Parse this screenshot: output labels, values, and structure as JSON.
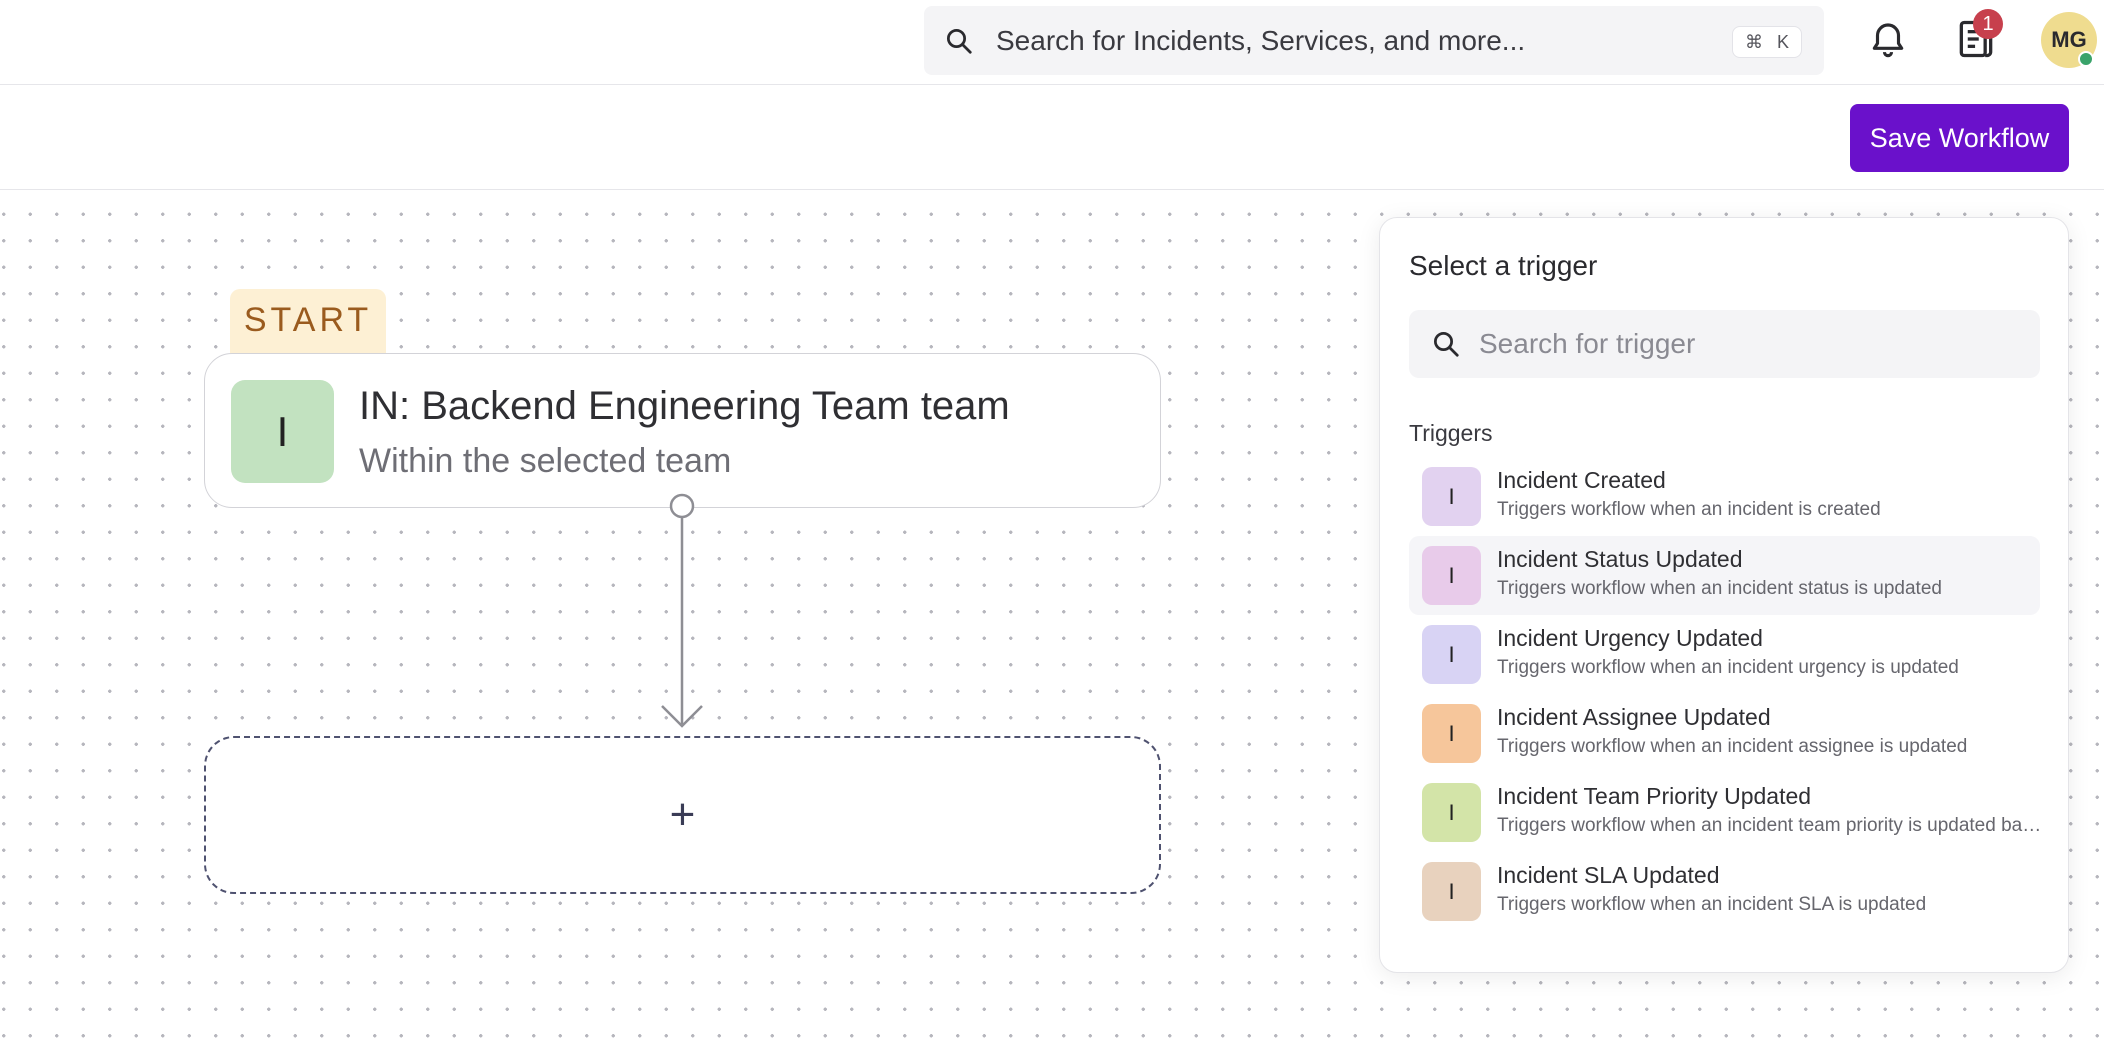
{
  "header": {
    "search_placeholder": "Search for Incidents, Services, and more...",
    "shortcut_cmd": "⌘",
    "shortcut_key": "K",
    "notification_count": "1",
    "avatar_initials": "MG"
  },
  "toolbar": {
    "save_label": "Save Workflow"
  },
  "canvas": {
    "start_label": "START",
    "node": {
      "icon_letter": "I",
      "title": "IN: Backend Engineering Team team",
      "subtitle": "Within the selected team"
    },
    "add_symbol": "+"
  },
  "trigger_panel": {
    "title": "Select a trigger",
    "search_placeholder": "Search for trigger",
    "section_label": "Triggers",
    "items": [
      {
        "icon_letter": "I",
        "title": "Incident Created",
        "desc": "Triggers workflow when an incident is created",
        "color": "#e2d2f0"
      },
      {
        "icon_letter": "I",
        "title": "Incident Status Updated",
        "desc": "Triggers workflow when an incident status is updated",
        "color": "#e8cbea"
      },
      {
        "icon_letter": "I",
        "title": "Incident Urgency Updated",
        "desc": "Triggers workflow when an incident urgency is updated",
        "color": "#d8d3f4"
      },
      {
        "icon_letter": "I",
        "title": "Incident Assignee Updated",
        "desc": "Triggers workflow when an incident assignee is updated",
        "color": "#f6c69b"
      },
      {
        "icon_letter": "I",
        "title": "Incident Team Priority Updated",
        "desc": "Triggers workflow when an incident team priority is updated based on a custom field",
        "color": "#d3e4a8"
      },
      {
        "icon_letter": "I",
        "title": "Incident SLA Updated",
        "desc": "Triggers workflow when an incident SLA is updated",
        "color": "#e8d2be"
      }
    ]
  },
  "colors": {
    "accent": "#6a11cb",
    "badge": "#c7404d",
    "online": "#3aa36a",
    "node_icon": "#c2e2c0",
    "start_tag_bg": "#fdf0d4"
  }
}
